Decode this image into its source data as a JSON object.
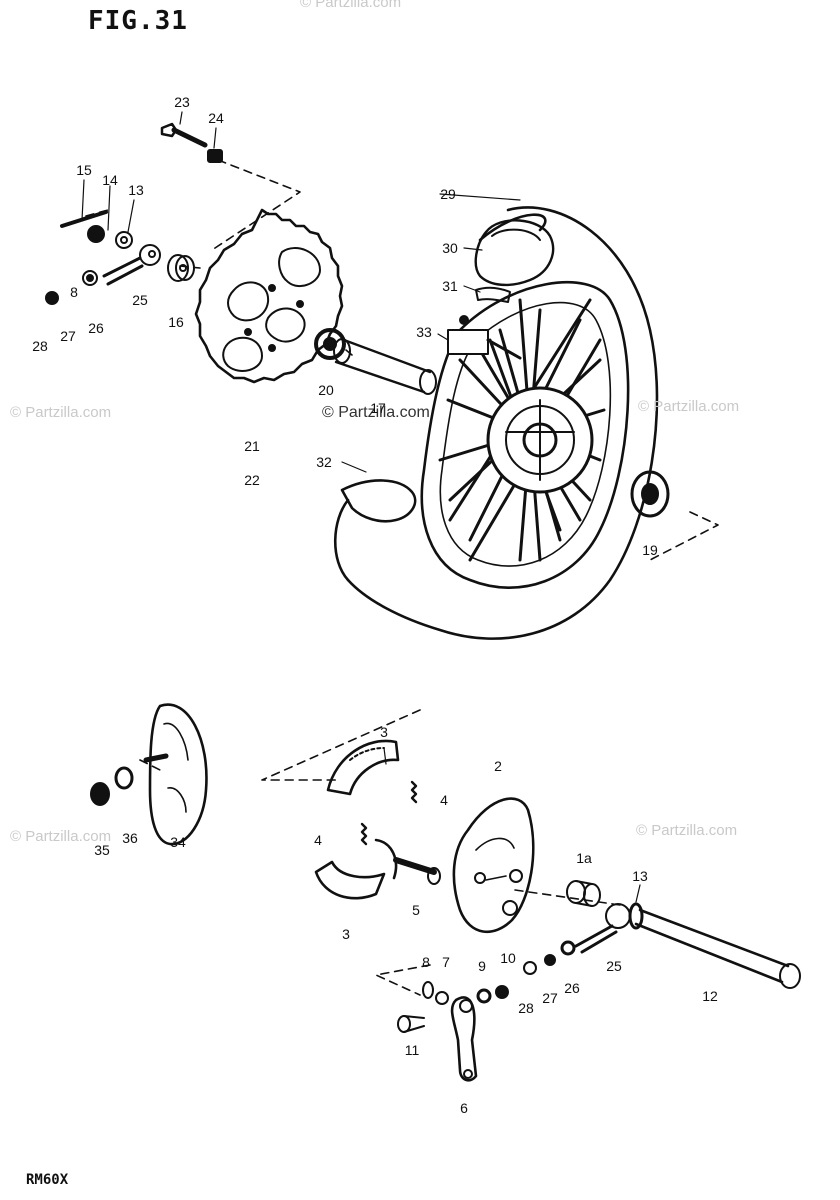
{
  "figure": {
    "title": "FIG.31",
    "model_code": "RM60X"
  },
  "watermarks": [
    "© Partzilla.com",
    "© Partzilla.com",
    "© Partzilla.com",
    "© Partzilla.com",
    "© Partzilla.com",
    "© Partzilla.com"
  ],
  "callouts": [
    "23",
    "24",
    "15",
    "14",
    "13",
    "25",
    "8",
    "26",
    "27",
    "28",
    "16",
    "20",
    "21",
    "22",
    "17",
    "29",
    "30",
    "31",
    "33",
    "32",
    "19",
    "3",
    "4",
    "4",
    "3",
    "5",
    "2",
    "1a",
    "13",
    "25",
    "12",
    "26",
    "27",
    "28",
    "10",
    "9",
    "7",
    "8",
    "11",
    "6",
    "34",
    "35",
    "36"
  ],
  "colors": {
    "ink": "#111111",
    "paper": "#ffffff",
    "watermark": "#c9c9c9"
  }
}
